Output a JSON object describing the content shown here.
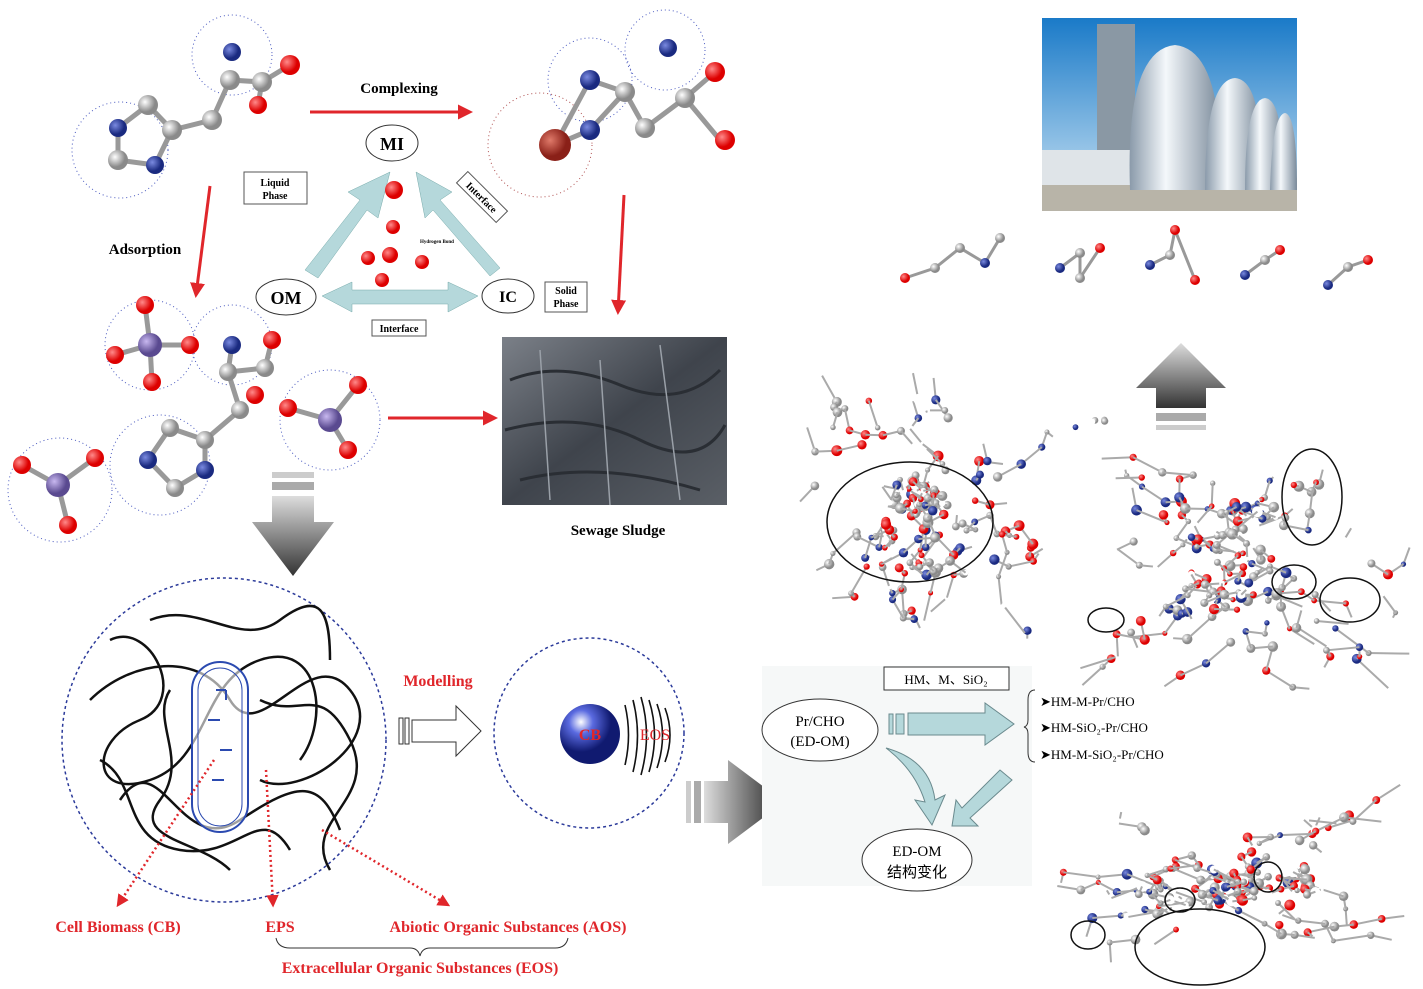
{
  "triangle": {
    "top_node": "MI",
    "left_node": "OM",
    "right_node": "IC",
    "liquid_phase_line1": "Liquid",
    "liquid_phase_line2": "Phase",
    "solid_phase_line1": "Solid",
    "solid_phase_line2": "Phase",
    "interface_diagonal": "Interface",
    "interface_bottom": "Interface",
    "hydrogen_bond": "Hydrogen Bond"
  },
  "processes": {
    "complexing": "Complexing",
    "adsorption": "Adsorption",
    "modelling": "Modelling"
  },
  "sludge_label": "Sewage Sludge",
  "model": {
    "cb": "CB",
    "eos": "EOS",
    "cell_biomass": "Cell Biomass (CB)",
    "eps": "EPS",
    "aos": "Abiotic Organic Substances (AOS)",
    "eos_full": "Extracellular Organic Substances (EOS)"
  },
  "flow": {
    "reagents": "HM、M、SiO₂",
    "source_line1": "Pr/CHO",
    "source_line2": "(ED-OM)",
    "products": [
      "HM-M-Pr/CHO",
      "HM-SiO₂-Pr/CHO",
      "HM-M-SiO₂-Pr/CHO"
    ],
    "result_line1": "ED-OM",
    "result_line2": "结构变化"
  },
  "colors": {
    "red_label": "#e0262b",
    "arrow_teal": "#b5d8db",
    "dotted_circle": "#2b3a9a",
    "oxygen": "#e02020",
    "nitrogen": "#2a3a9a",
    "carbon": "#b8b8b8",
    "phosphorus": "#8a7ab8"
  }
}
